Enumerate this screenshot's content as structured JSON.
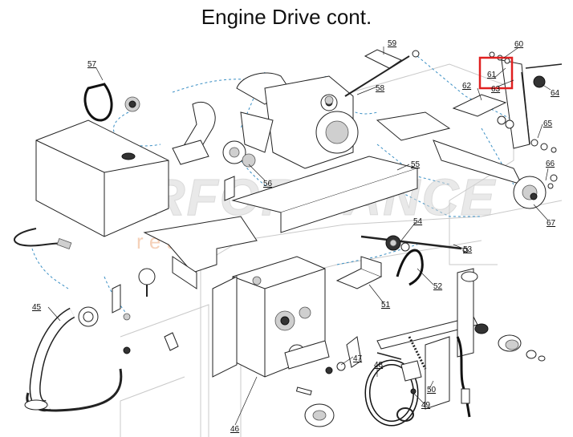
{
  "title": "Engine Drive cont.",
  "watermark": "PERFORMANCE",
  "watermark_sub": "r   e   a   l",
  "highlight_color": "#e02020",
  "callouts": [
    "45",
    "46",
    "47",
    "48",
    "49",
    "50",
    "51",
    "52",
    "53",
    "54",
    "55",
    "56",
    "57",
    "58",
    "59",
    "60",
    "61",
    "62",
    "63",
    "64",
    "65",
    "66",
    "67"
  ]
}
